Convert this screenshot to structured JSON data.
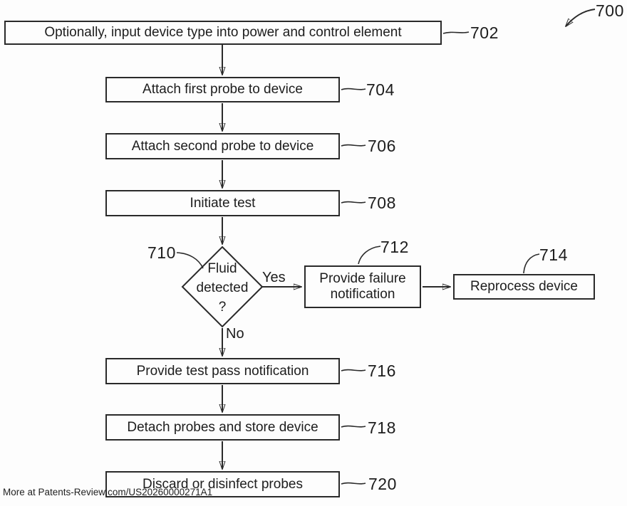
{
  "figure": {
    "ref_number": "700",
    "watermark": "More at Patents-Review.com/US20260000271A1",
    "line_color": "#2a2a2a",
    "background": "#fdfdfd"
  },
  "steps": {
    "s702": {
      "ref": "702",
      "label": "Optionally, input device type into power and control element"
    },
    "s704": {
      "ref": "704",
      "label": "Attach first probe to device"
    },
    "s706": {
      "ref": "706",
      "label": "Attach second probe to device"
    },
    "s708": {
      "ref": "708",
      "label": "Initiate test"
    },
    "s712": {
      "ref": "712",
      "label": "Provide failure notification"
    },
    "s714": {
      "ref": "714",
      "label": "Reprocess device"
    },
    "s716": {
      "ref": "716",
      "label": "Provide test pass notification"
    },
    "s718": {
      "ref": "718",
      "label": "Detach probes and store device"
    },
    "s720": {
      "ref": "720",
      "label": "Discard or disinfect probes"
    }
  },
  "decision": {
    "ref": "710",
    "line1": "Fluid",
    "line2": "detected",
    "line3": "?",
    "yes_label": "Yes",
    "no_label": "No"
  }
}
